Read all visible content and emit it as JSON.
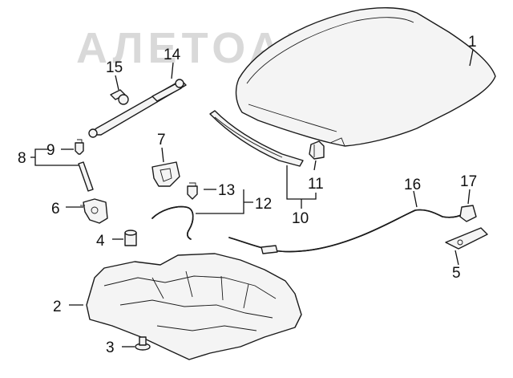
{
  "watermark": {
    "text": "АЛЕТОАВТО"
  },
  "callouts": {
    "c1": "1",
    "c2": "2",
    "c3": "3",
    "c4": "4",
    "c5": "5",
    "c6": "6",
    "c7": "7",
    "c8": "8",
    "c9": "9",
    "c10": "10",
    "c11": "11",
    "c12": "12",
    "c13": "13",
    "c14": "14",
    "c15": "15",
    "c16": "16",
    "c17": "17"
  },
  "colors": {
    "line": "#1a1a1a",
    "watermark": "#d9d9d9",
    "background": "#ffffff"
  }
}
